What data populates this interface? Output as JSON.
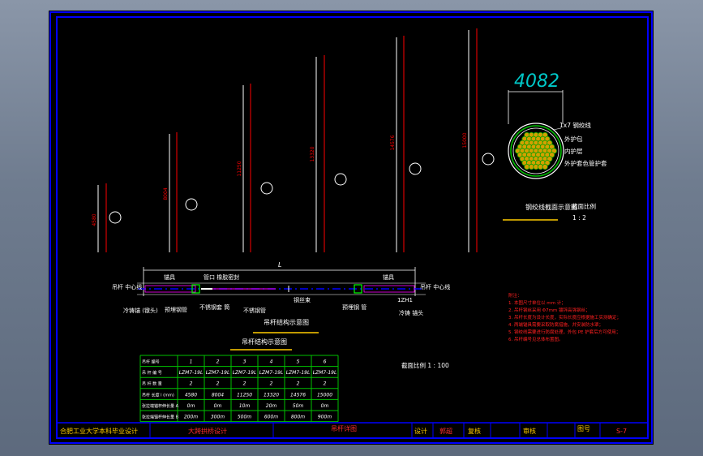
{
  "drawing": {
    "dimension_4082": "4082",
    "cable_view": {
      "callouts": [
        "1x7 钢绞线",
        "外护包",
        "内护层",
        "外护套色管护套"
      ],
      "title": "钢绞线截面示意图",
      "scale_label": "截面比例",
      "scale_value": "1 : 2"
    },
    "hangers": {
      "heights": [
        "4580",
        "8004",
        "11250",
        "13320",
        "14576",
        "15000"
      ]
    },
    "struct": {
      "dim_label": "L",
      "labels": {
        "left_head": "吊杆\n中心线",
        "anchor_left": "锚具",
        "sleeve_top": "管口 橡胶密封",
        "cold_cast": "冷铸锚\n(镦头)",
        "pre_tube": "预埋钢管",
        "stainless": "不锈钢套\n筒",
        "stainless2": "不锈钢管",
        "steel_wire": "钢丝束",
        "pre_tube_right": "预埋钢\n管",
        "right_head": "吊杆\n中心线",
        "anchor_right": "锚具",
        "right_mark": "1ZH1",
        "cold_cast_right": "冷铸\n锚头"
      },
      "title": "吊杆结构示意图"
    },
    "section_scale": "截面比例 1 : 100",
    "notes": {
      "lines": [
        "附注：",
        "1. 本图尺寸单位以 mm 计；",
        "2. 吊杆钢丝采用 Φ7mm 镀锌高强钢丝；",
        "3. 吊杆长度为设计长度，实际长度应根据施工实测确定；",
        "4. 两端锚具需要采取防腐措施，并安装防水罩；",
        "5. 钢绞线需要进行防腐处理，外包 PE 护套后方可使用；",
        "6. 吊杆编号见总体布置图。"
      ]
    },
    "table": {
      "headers": [
        "吊杆 编号",
        "1",
        "2",
        "3",
        "4",
        "5",
        "6"
      ],
      "rows": [
        [
          "吊 杆 编 号",
          "LZM7-19L",
          "LZM7-19L",
          "LZM7-19L",
          "LZM7-19L",
          "LZM7-19L",
          "LZM7-19L"
        ],
        [
          "吊 杆 数 量",
          "2",
          "2",
          "2",
          "2",
          "2",
          "2"
        ],
        [
          "吊杆 长度 l (mm)",
          "4580",
          "8004",
          "11250",
          "13320",
          "14576",
          "15000"
        ],
        [
          "张拉端锚杯伸长量 A",
          "0m",
          "0m",
          "10m",
          "20m",
          "50m",
          "0m"
        ],
        [
          "张拉端锚杯伸长量 B",
          "200m",
          "300m",
          "500m",
          "600m",
          "800m",
          "900m"
        ]
      ]
    },
    "title_block": {
      "school": "合肥工业大学本科毕业设计",
      "project": "大跨拱桥设计",
      "drawing_name": "吊杆详图",
      "design_label": "设计",
      "designer": "郭超",
      "check_label": "复核",
      "review_label": "审核",
      "sheet_label": "图号",
      "sheet_no": "S-7"
    }
  }
}
